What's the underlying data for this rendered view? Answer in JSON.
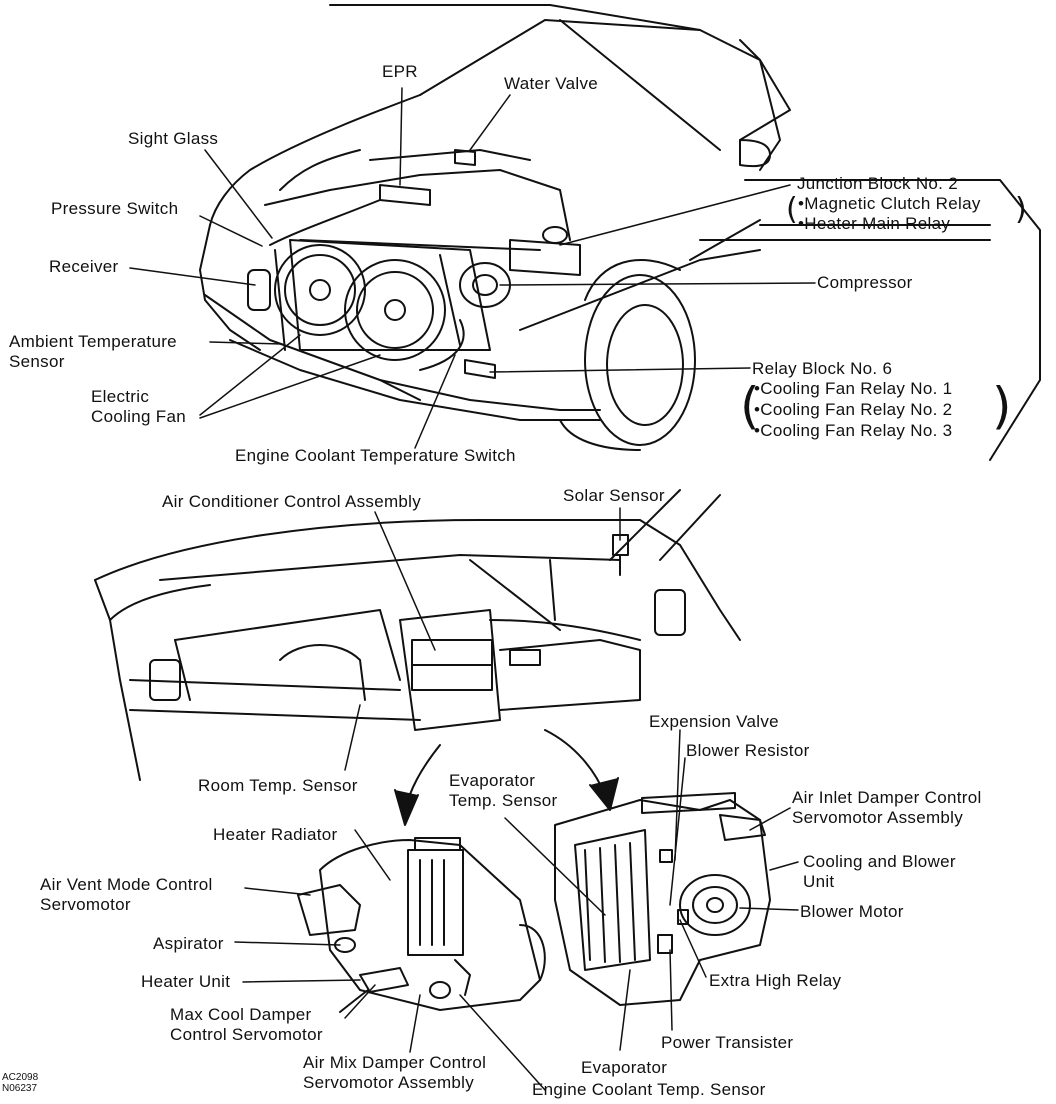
{
  "diagram": {
    "engine_bay_labels": {
      "epr": "EPR",
      "water_valve": "Water Valve",
      "sight_glass": "Sight Glass",
      "pressure_switch": "Pressure Switch",
      "receiver": "Receiver",
      "ambient_temp_sensor_1": "Ambient Temperature",
      "ambient_temp_sensor_2": "Sensor",
      "electric_cooling_fan_1": "Electric",
      "electric_cooling_fan_2": "Cooling Fan",
      "engine_coolant_temp_switch": "Engine Coolant Temperature Switch",
      "junction_block": "Junction Block No. 2",
      "magnetic_clutch_relay": "Magnetic Clutch Relay",
      "heater_main_relay": "Heater Main Relay",
      "compressor": "Compressor",
      "relay_block": "Relay Block No. 6",
      "cooling_fan_relay_1": "Cooling Fan Relay No. 1",
      "cooling_fan_relay_2": "Cooling Fan Relay No. 2",
      "cooling_fan_relay_3": "Cooling Fan Relay No. 3"
    },
    "cabin_labels": {
      "ac_control_assembly": "Air Conditioner Control Assembly",
      "solar_sensor": "Solar Sensor",
      "room_temp_sensor": "Room Temp. Sensor",
      "evaporator_temp_sensor_1": "Evaporator",
      "evaporator_temp_sensor_2": "Temp. Sensor",
      "expansion_valve": "Expension Valve",
      "blower_resistor": "Blower Resistor",
      "air_inlet_damper_1": "Air Inlet Damper Control",
      "air_inlet_damper_2": "Servomotor Assembly",
      "cooling_blower_unit_1": "Cooling and Blower",
      "cooling_blower_unit_2": "Unit",
      "blower_motor": "Blower Motor",
      "extra_high_relay": "Extra High Relay",
      "power_transister": "Power Transister",
      "evaporator": "Evaporator",
      "engine_coolant_temp_sensor": "Engine Coolant Temp. Sensor",
      "heater_radiator": "Heater Radiator",
      "air_vent_mode_1": "Air Vent Mode Control",
      "air_vent_mode_2": "Servomotor",
      "aspirator": "Aspirator",
      "heater_unit": "Heater Unit",
      "max_cool_damper_1": "Max Cool Damper",
      "max_cool_damper_2": "Control Servomotor",
      "air_mix_damper_1": "Air Mix Damper Control",
      "air_mix_damper_2": "Servomotor Assembly"
    },
    "figure_codes": {
      "code_1": "AC2098",
      "code_2": "N06237"
    },
    "colors": {
      "ink": "#111111",
      "paper": "#ffffff"
    }
  }
}
